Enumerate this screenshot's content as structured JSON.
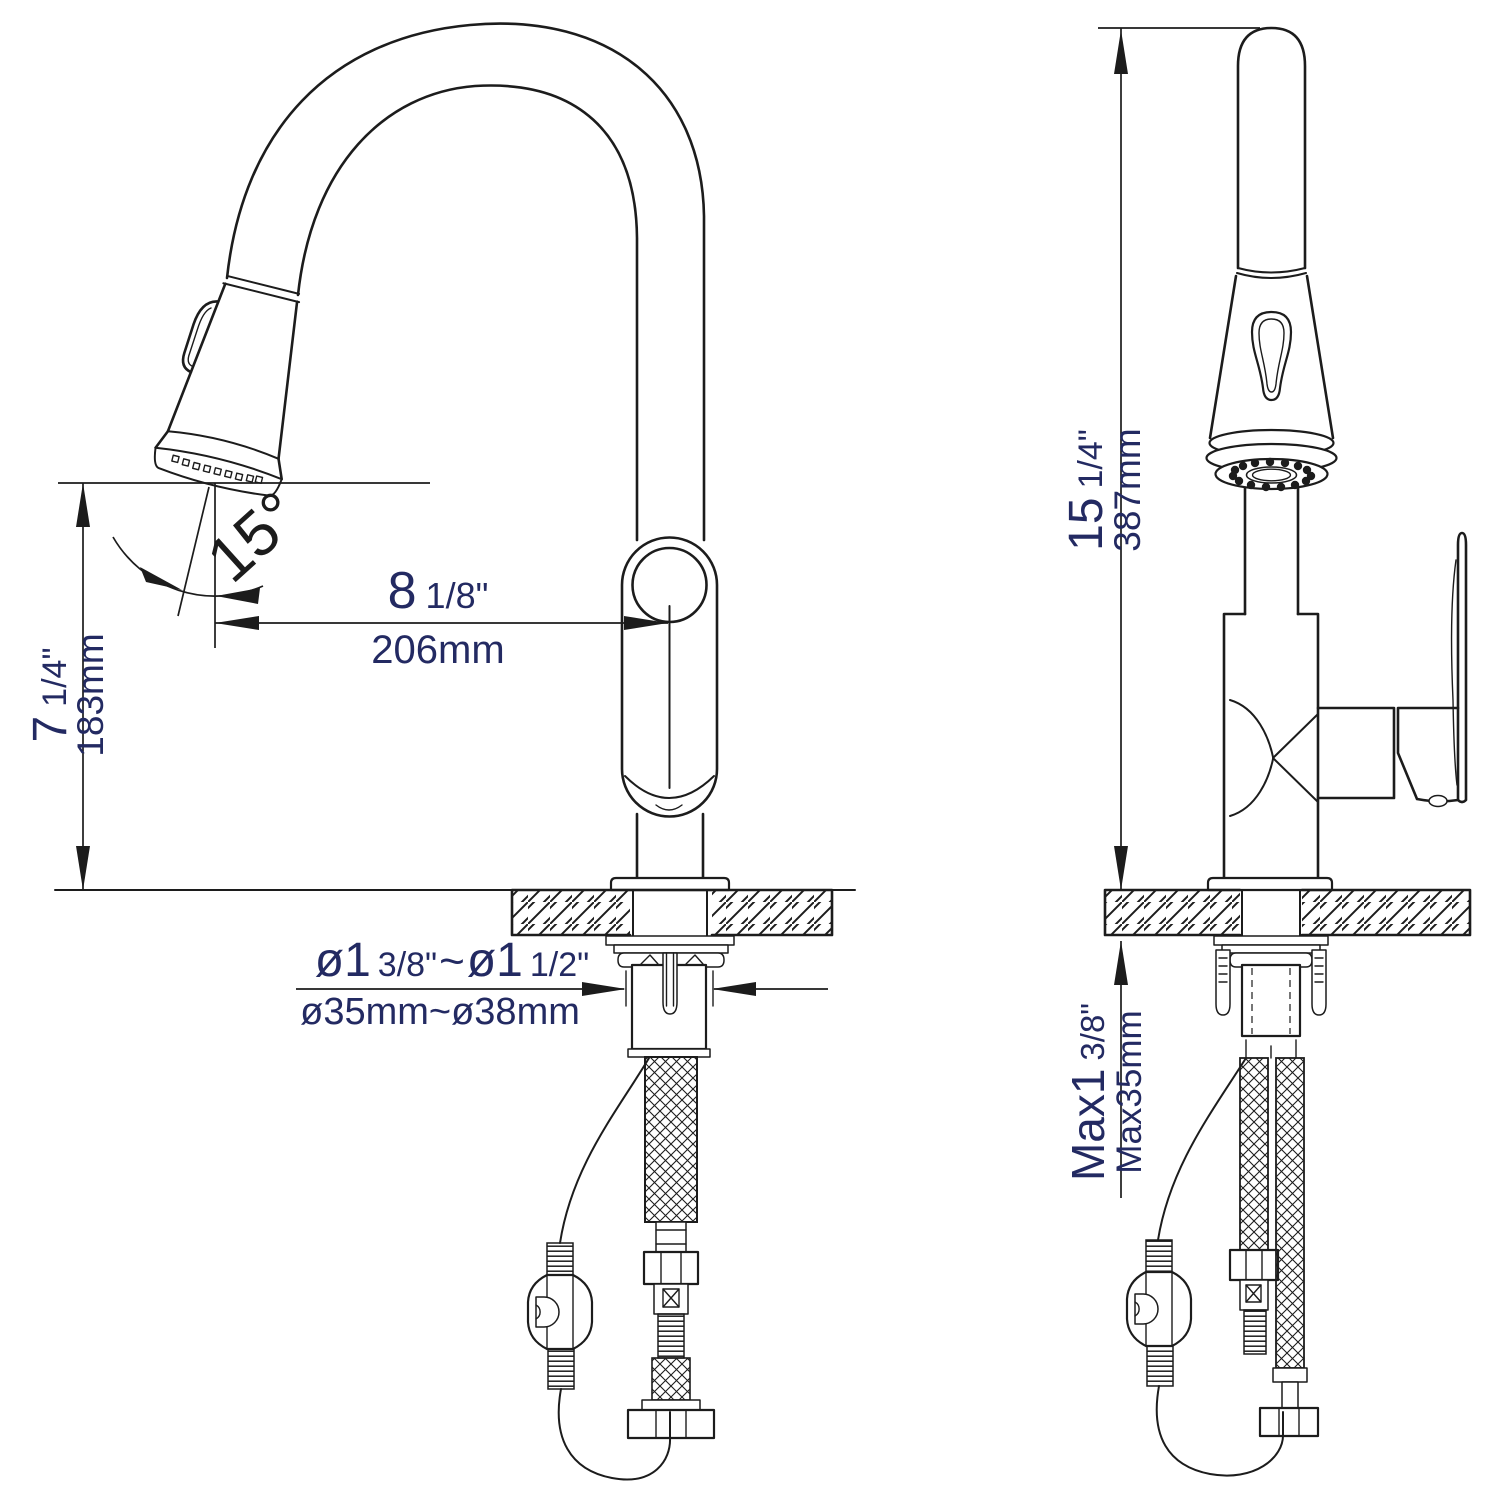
{
  "drawing_title": "Pull-down kitchen faucet installation dimension drawing",
  "colors": {
    "line": "#1c1c1c",
    "dimension_text": "#232a62",
    "background": "#ffffff"
  },
  "dimensions": {
    "spout_height": {
      "imperial_main": "7",
      "imperial_frac": "1/4\"",
      "metric": "183mm"
    },
    "spout_reach": {
      "imperial_main": "8",
      "imperial_frac": "1/8\"",
      "metric": "206mm"
    },
    "overall_height": {
      "imperial_main": "15",
      "imperial_frac": "1/4\"",
      "metric": "387mm"
    },
    "swivel_angle": {
      "label": "15°"
    },
    "mounting_hole_diameter": {
      "a_main": "ø1",
      "a_frac": "3/8\"",
      "separator": "~",
      "b_main": "ø1",
      "b_frac": "1/2\"",
      "metric": "ø35mm~ø38mm"
    },
    "max_deck_thickness": {
      "imperial_main": "Max1",
      "imperial_frac": "3/8\"",
      "metric": "Max35mm"
    }
  }
}
